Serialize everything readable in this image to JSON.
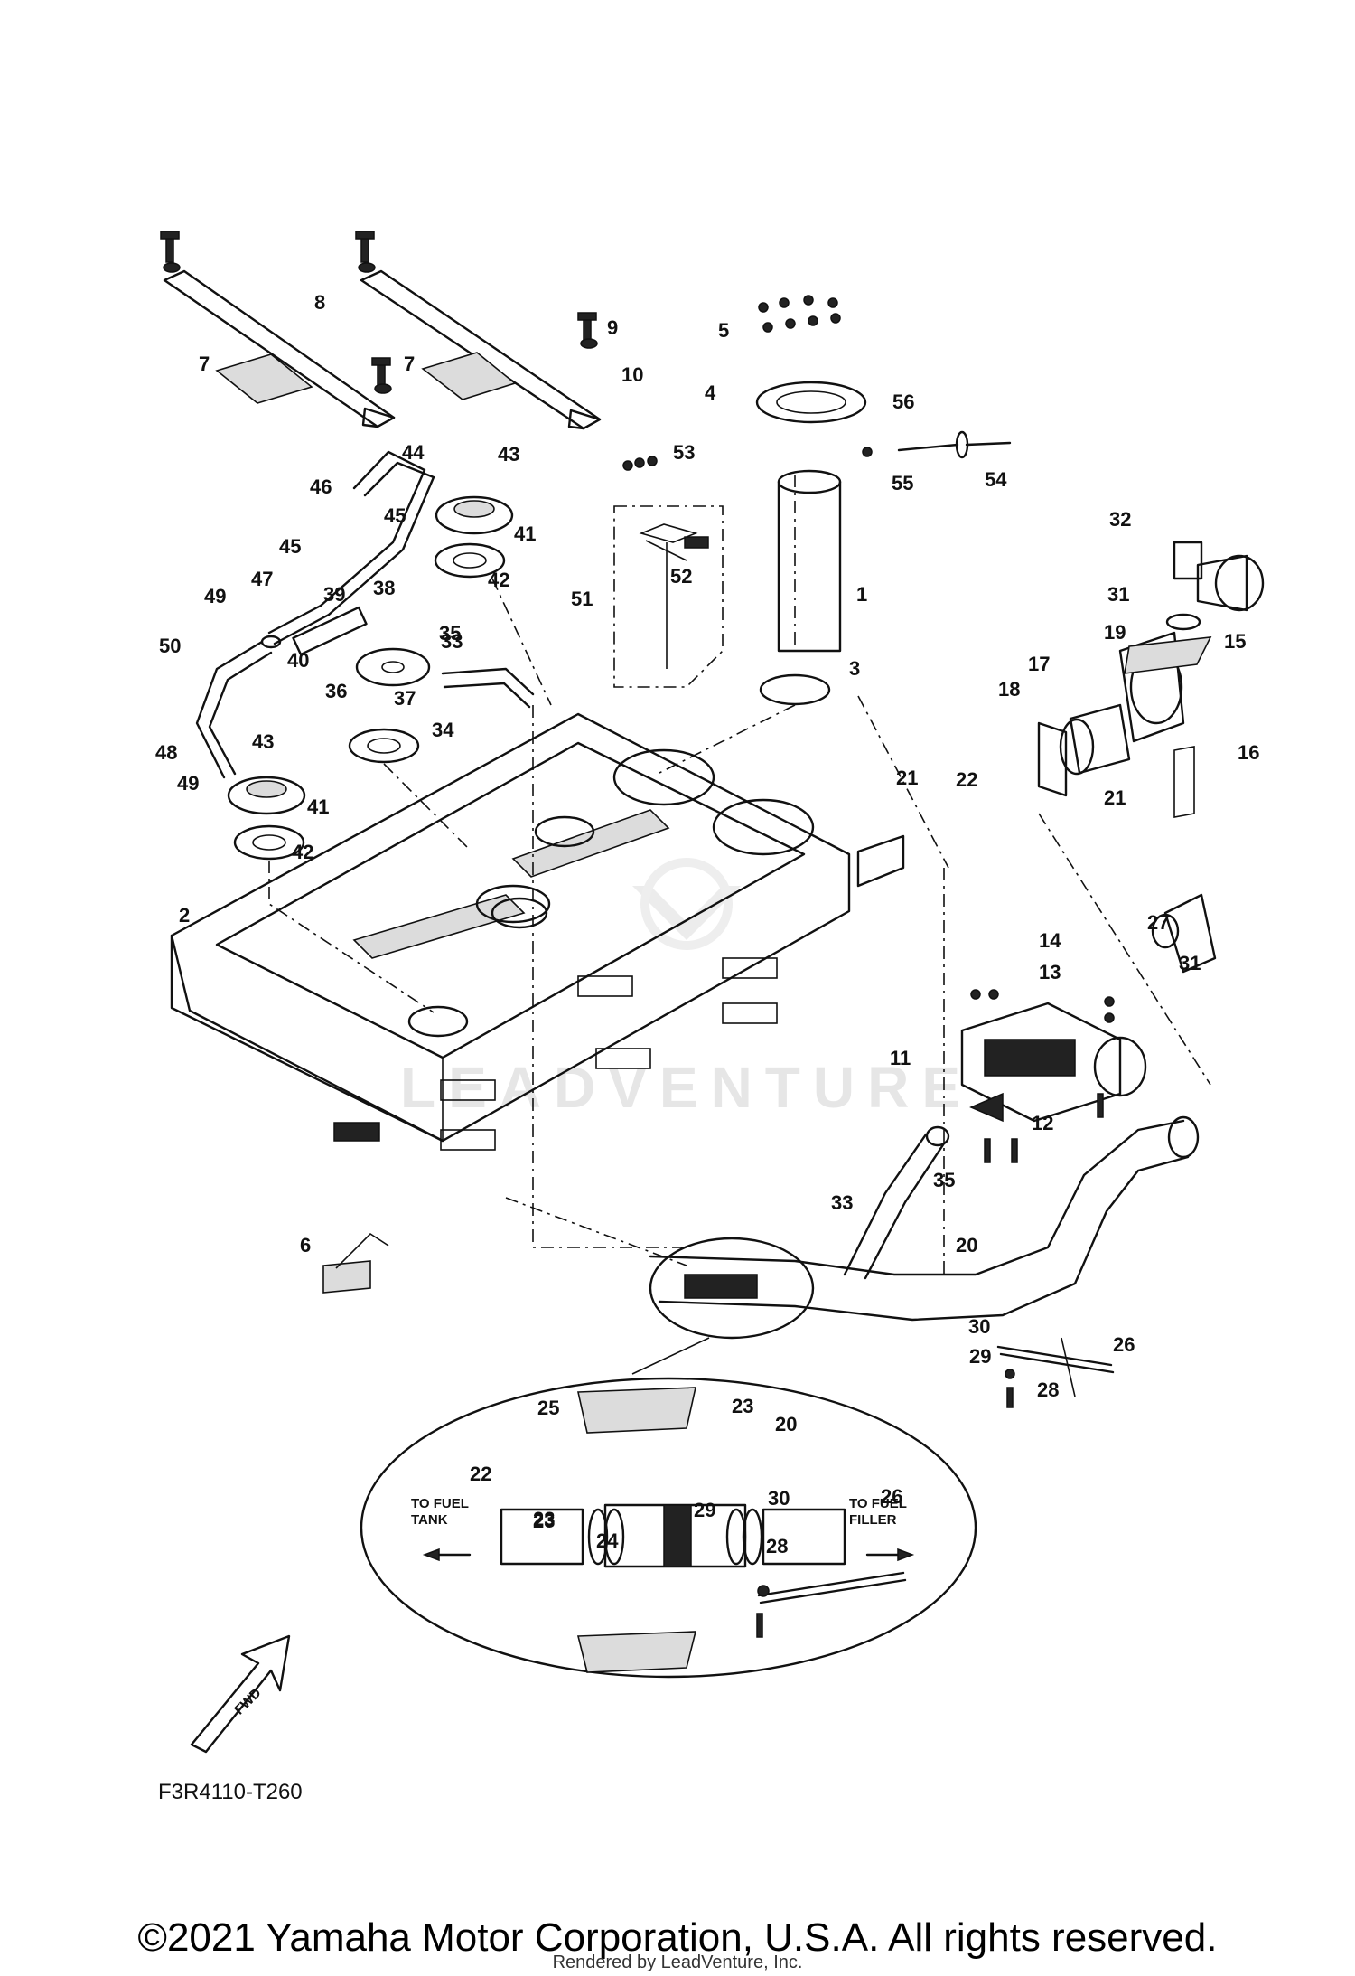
{
  "diagram": {
    "code": "F3R4110-T260",
    "watermark": "LEADVENTURE",
    "fwd_label": "FWD",
    "annotations": {
      "to_fuel_tank": [
        "TO FUEL",
        "TANK"
      ],
      "to_fuel_filler": [
        "TO FUEL",
        "FILLER"
      ]
    },
    "callouts": [
      {
        "n": "1"
      },
      {
        "n": "2"
      },
      {
        "n": "3"
      },
      {
        "n": "4"
      },
      {
        "n": "5"
      },
      {
        "n": "6"
      },
      {
        "n": "7"
      },
      {
        "n": "7"
      },
      {
        "n": "8"
      },
      {
        "n": "9"
      },
      {
        "n": "10"
      },
      {
        "n": "11"
      },
      {
        "n": "12"
      },
      {
        "n": "13"
      },
      {
        "n": "14"
      },
      {
        "n": "15"
      },
      {
        "n": "16"
      },
      {
        "n": "17"
      },
      {
        "n": "18"
      },
      {
        "n": "19"
      },
      {
        "n": "20"
      },
      {
        "n": "20"
      },
      {
        "n": "21"
      },
      {
        "n": "21"
      },
      {
        "n": "22"
      },
      {
        "n": "22"
      },
      {
        "n": "23"
      },
      {
        "n": "23"
      },
      {
        "n": "23"
      },
      {
        "n": "24"
      },
      {
        "n": "25"
      },
      {
        "n": "26"
      },
      {
        "n": "26"
      },
      {
        "n": "27"
      },
      {
        "n": "28"
      },
      {
        "n": "28"
      },
      {
        "n": "29"
      },
      {
        "n": "29"
      },
      {
        "n": "30"
      },
      {
        "n": "30"
      },
      {
        "n": "31"
      },
      {
        "n": "31"
      },
      {
        "n": "32"
      },
      {
        "n": "33"
      },
      {
        "n": "33"
      },
      {
        "n": "34"
      },
      {
        "n": "35"
      },
      {
        "n": "35"
      },
      {
        "n": "36"
      },
      {
        "n": "37"
      },
      {
        "n": "38"
      },
      {
        "n": "39"
      },
      {
        "n": "40"
      },
      {
        "n": "41"
      },
      {
        "n": "41"
      },
      {
        "n": "42"
      },
      {
        "n": "42"
      },
      {
        "n": "43"
      },
      {
        "n": "43"
      },
      {
        "n": "44"
      },
      {
        "n": "45"
      },
      {
        "n": "45"
      },
      {
        "n": "46"
      },
      {
        "n": "47"
      },
      {
        "n": "48"
      },
      {
        "n": "49"
      },
      {
        "n": "49"
      },
      {
        "n": "50"
      },
      {
        "n": "51"
      },
      {
        "n": "52"
      },
      {
        "n": "53"
      },
      {
        "n": "54"
      },
      {
        "n": "55"
      },
      {
        "n": "56"
      }
    ]
  },
  "footer": {
    "copyright": "©2021 Yamaha Motor Corporation, U.S.A. All rights reserved.",
    "rendered_by": "Rendered by LeadVenture, Inc."
  }
}
